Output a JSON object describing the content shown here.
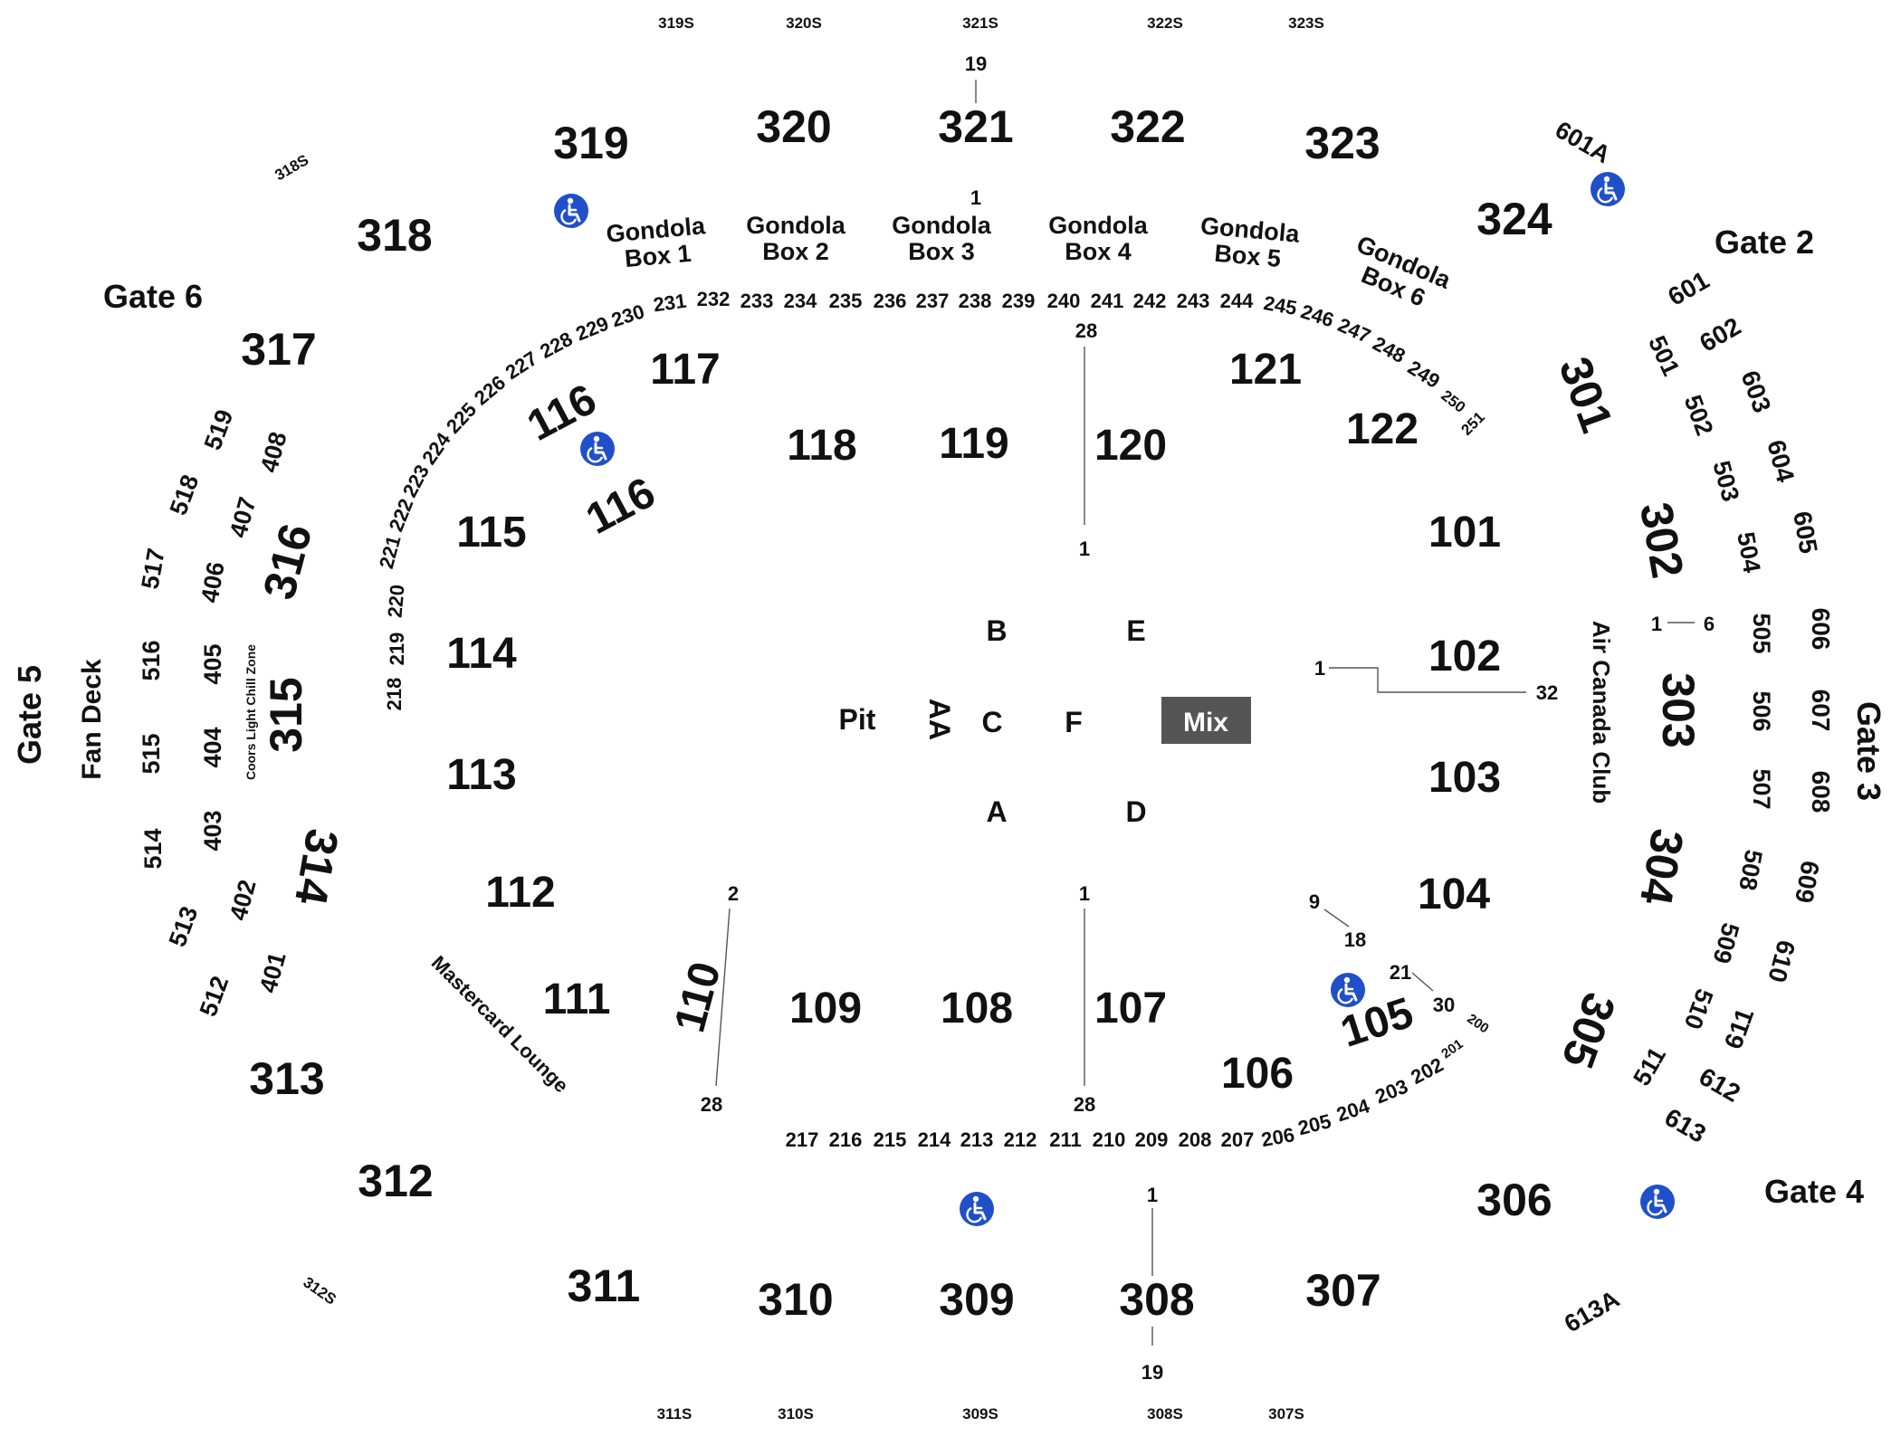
{
  "suite_labels": {
    "top": [
      "319S",
      "320S",
      "321S",
      "322S",
      "323S"
    ],
    "bottom": [
      "311S",
      "310S",
      "309S",
      "308S",
      "307S"
    ],
    "s318": "318S",
    "s312": "312S"
  },
  "gates": {
    "gate2": "Gate 2",
    "gate3": "Gate 3",
    "gate4": "Gate 4",
    "gate5": "Gate 5",
    "gate6": "Gate 6"
  },
  "sections_300": {
    "top": [
      "319",
      "320",
      "321",
      "322",
      "323"
    ],
    "s324": "324",
    "s318": "318",
    "s317": "317",
    "s316": "316",
    "s315": "315",
    "s314": "314",
    "s313": "313",
    "s312": "312",
    "s301": "301",
    "s302": "302",
    "s303": "303",
    "s304": "304",
    "s305": "305",
    "s306": "306",
    "bottom": [
      "311",
      "310",
      "309",
      "308",
      "307"
    ]
  },
  "gondola_boxes": [
    {
      "line1": "Gondola",
      "line2": "Box 1"
    },
    {
      "line1": "Gondola",
      "line2": "Box 2"
    },
    {
      "line1": "Gondola",
      "line2": "Box 3"
    },
    {
      "line1": "Gondola",
      "line2": "Box 4"
    },
    {
      "line1": "Gondola",
      "line2": "Box 5"
    },
    {
      "line1": "Gondola",
      "line2": "Box 6"
    }
  ],
  "sections_200_top": [
    "231",
    "232",
    "233",
    "234",
    "235",
    "236",
    "237",
    "238",
    "239",
    "240",
    "241",
    "242",
    "243",
    "244"
  ],
  "sections_200_top_right": [
    "245",
    "246",
    "247",
    "248",
    "249",
    "250",
    "251"
  ],
  "sections_200_left": [
    "230",
    "229",
    "228",
    "227",
    "226",
    "225",
    "224",
    "223",
    "222",
    "221",
    "220",
    "219",
    "218"
  ],
  "sections_200_bottom": [
    "217",
    "216",
    "215",
    "214",
    "213",
    "212",
    "211",
    "210",
    "209",
    "208",
    "207"
  ],
  "sections_200_bottom_right": [
    "206",
    "205",
    "204",
    "203",
    "202",
    "201",
    "200"
  ],
  "sections_100": {
    "s101": "101",
    "s102": "102",
    "s103": "103",
    "s104": "104",
    "s105": "105",
    "s106": "106",
    "s107": "107",
    "s108": "108",
    "s109": "109",
    "s110": "110",
    "s111": "111",
    "s112": "112",
    "s113": "113",
    "s114": "114",
    "s115": "115",
    "s116a": "116",
    "s116b": "116",
    "s117": "117",
    "s118": "118",
    "s119": "119",
    "s120": "120",
    "s121": "121",
    "s122": "122"
  },
  "sections_400": [
    "401",
    "402",
    "403",
    "404",
    "405",
    "406",
    "407",
    "408"
  ],
  "sections_500_left": [
    "512",
    "513",
    "514",
    "515",
    "516",
    "517",
    "518",
    "519"
  ],
  "sections_500_right": [
    "501",
    "502",
    "503",
    "504",
    "505",
    "506",
    "507",
    "508",
    "509",
    "510",
    "511"
  ],
  "sections_600": [
    "601",
    "602",
    "603",
    "604",
    "605",
    "606",
    "607",
    "608",
    "609",
    "610",
    "611",
    "612",
    "613"
  ],
  "special_labels": {
    "s601a": "601A",
    "s613a": "613A",
    "fan_deck": "Fan Deck",
    "coors_zone": "Coors Light Chill Zone",
    "mastercard": "Mastercard Lounge",
    "air_canada": "Air Canada Club"
  },
  "floor": {
    "pit": "Pit",
    "aa": "AA",
    "a": "A",
    "b": "B",
    "c": "C",
    "d": "D",
    "e": "E",
    "f": "F",
    "mix": "Mix"
  },
  "row_numbers": {
    "r321_top": "19",
    "r321_bottom": "1",
    "r120_top": "28",
    "r120_bottom": "1",
    "r107_top": "1",
    "r107_bottom": "28",
    "r110_top": "2",
    "r110_bottom": "28",
    "r308_top": "1",
    "r308_bottom": "19",
    "r302_left": "1",
    "r302_right": "6",
    "r102_left": "1",
    "r102_right": "32",
    "r105_a": "9",
    "r105_b": "18",
    "r105_c": "21",
    "r105_d": "30"
  },
  "colors": {
    "accessible": "#1f4fc9",
    "mix_box": "#555555",
    "text": "#111111",
    "row_line": "#555555"
  },
  "icons": {
    "accessible": "wheelchair-icon"
  }
}
